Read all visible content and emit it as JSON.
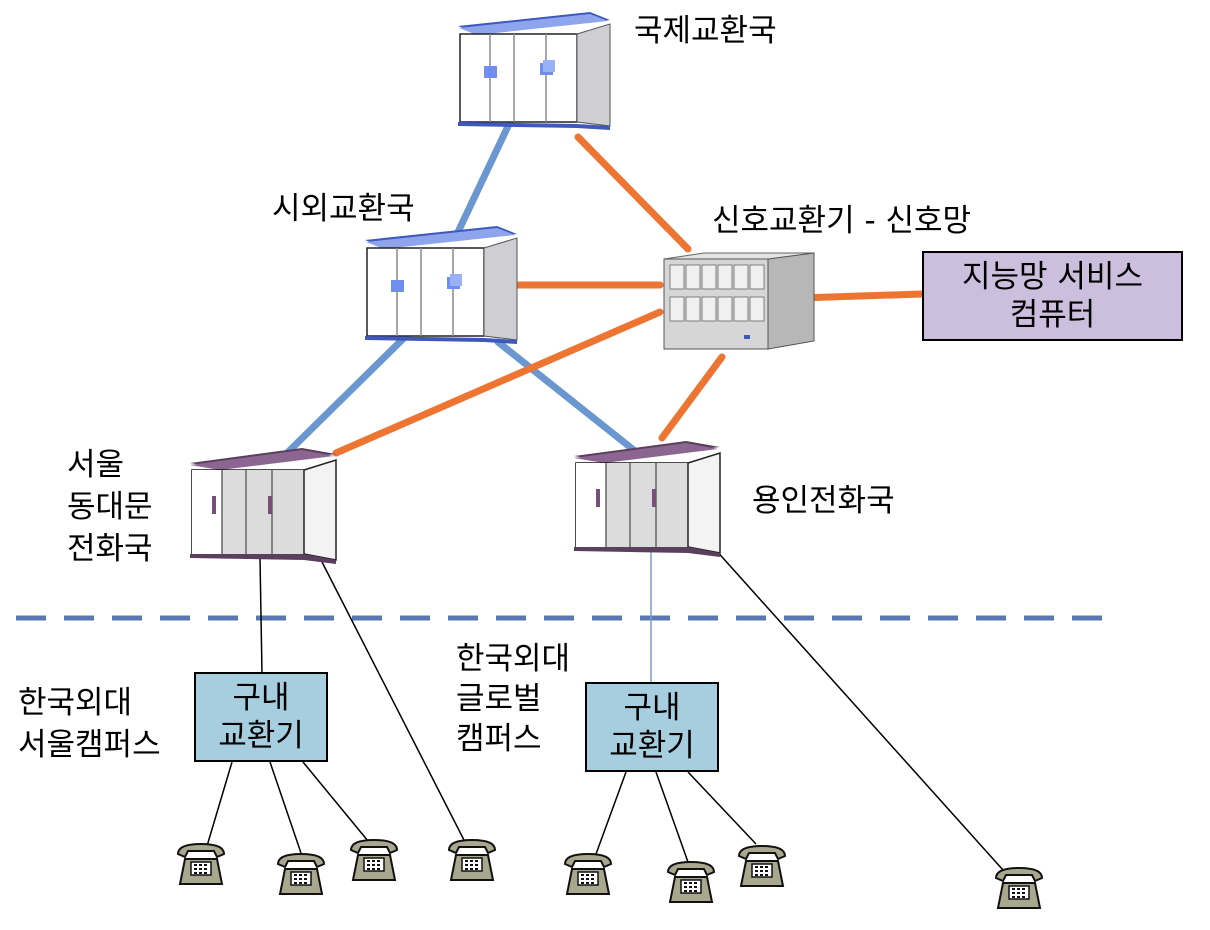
{
  "nodes": {
    "international_exchange": "국제교환국",
    "toll_exchange": "시외교환국",
    "signal_exchange": "신호교환기 - 신호망",
    "in_service_computer": [
      "지능망 서비스",
      "컴퓨터"
    ],
    "seoul_dongdaemun": [
      "서울",
      "동대문",
      "전화국"
    ],
    "yongin": "용인전화국"
  },
  "campuses": {
    "seoul": [
      "한국외대",
      "서울캠퍼스"
    ],
    "global": [
      "한국외대",
      "글로벌",
      "캠퍼스"
    ]
  },
  "pbx_label": [
    "구내",
    "교환기"
  ],
  "colors": {
    "trunk_line": "#6b97d1",
    "signal_line": "#ee7432",
    "dashed_divider": "#5979b4",
    "pbx_fill": "#a6cede",
    "service_fill": "#cbbfdd"
  },
  "icons": {
    "switch": "telephone-switch-cabinet-icon",
    "stp": "signal-transfer-point-server-icon",
    "phone": "telephone-icon"
  }
}
